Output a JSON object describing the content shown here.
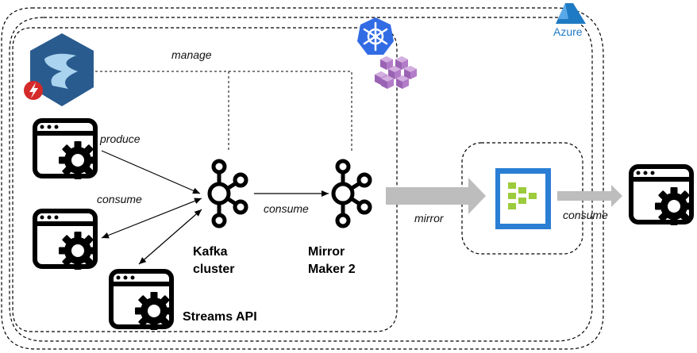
{
  "cloud": {
    "label": "Azure",
    "icon": "azure-logo-icon"
  },
  "labels": {
    "manage": "manage",
    "produce": "produce",
    "consume_1": "consume",
    "consume_2": "consume",
    "mirror": "mirror",
    "consume_3": "consume"
  },
  "kafka": {
    "line1": "Kafka",
    "line2": "cluster",
    "icon": "kafka-icon"
  },
  "mirror_maker": {
    "line1": "Mirror",
    "line2": "Maker 2",
    "icon": "kafka-icon"
  },
  "streams": {
    "label": "Streams API",
    "icon": "app-gear-icon"
  },
  "icons": {
    "operator": "strimzi-operator-icon",
    "kubernetes": "kubernetes-icon",
    "aks": "aks-cubes-icon",
    "event_hubs": "event-hubs-icon",
    "app": "app-gear-icon"
  },
  "colors": {
    "azure": "#1f7ac4",
    "kubernetes": "#326ce5",
    "aks": "#b37cc9",
    "event_hubs_blue": "#2a7fd4",
    "event_hubs_green": "#9ccb3b",
    "operator_blue": "#2a5b8f",
    "bolt_red": "#d42a2a",
    "arrow_gray": "#bdbdbd"
  }
}
